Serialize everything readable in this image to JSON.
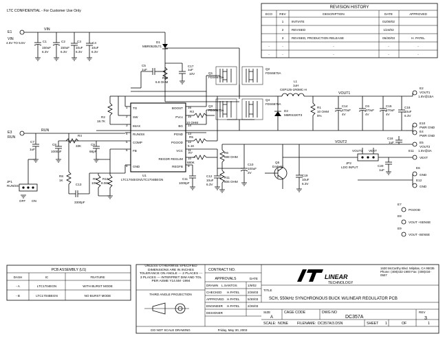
{
  "header": {
    "confidential": "LTC CONFIDENTIAL - For Customer Use Only"
  },
  "revision_history": {
    "title": "REVISION HISTORY",
    "columns": [
      "ECO",
      "REV",
      "DESCRIPTION",
      "DATE",
      "APPROVED"
    ],
    "rows": [
      [
        "",
        "1",
        "INITIATE",
        "01/09/02",
        ""
      ],
      [
        "",
        "2",
        "REVISED",
        "1/24/02",
        ""
      ],
      [
        "",
        "3",
        "REVISED, PRODUCTION RELEASE",
        "05/30/03",
        "H. PATEL"
      ],
      [
        "-",
        "-",
        "-",
        "-",
        "-"
      ],
      [
        "-",
        "-",
        "-",
        "-",
        "-"
      ]
    ]
  },
  "terminals": {
    "e1": {
      "ref": "E1",
      "name": "VIN",
      "range": "4.5V TO 5.5V"
    },
    "e3": {
      "ref": "E3",
      "name": "RUN"
    },
    "e2": {
      "ref": "E2",
      "name": "VOUT1",
      "spec": "1.8V@15A"
    },
    "e10": {
      "ref": "E10",
      "name": "PWR GND"
    },
    "e4": {
      "ref": "E4",
      "name": "PWR GND"
    },
    "e5": {
      "ref": "E5",
      "name": "VOUT2",
      "spec": "1.5V@3A"
    },
    "e11": {
      "ref": "E11",
      "name": "VEXT"
    },
    "e6": {
      "ref": "E6",
      "name": "GND"
    },
    "e12": {
      "ref": "E12",
      "name": "GND"
    },
    "e7": {
      "ref": "E7",
      "name": "PGOOD"
    },
    "e8": {
      "ref": "E8",
      "name": "VOUT +SENSE"
    },
    "e9": {
      "ref": "E9",
      "name": "VOUT -SENSE"
    }
  },
  "nets": {
    "vin": "VIN",
    "run": "RUN",
    "vout1": "VOUT1",
    "vout2": "VOUT2"
  },
  "input_caps": [
    {
      "ref": "C1",
      "value": "150uF",
      "v": "6.3V"
    },
    {
      "ref": "C2",
      "value": "150uF",
      "v": "6.3V"
    },
    {
      "ref": "C3",
      "value": "10uF",
      "v": "6.3V"
    },
    {
      "ref": "C4",
      "value": "10uF",
      "v": "6.3V"
    }
  ],
  "parts": {
    "d1": {
      "ref": "D1",
      "value": "MBR0520LT1"
    },
    "c5": {
      "ref": "C5",
      "value": "1uF"
    },
    "r12": {
      "ref": "R12",
      "value": "6.8 OHM"
    },
    "c17": {
      "ref": "C17",
      "value": "1uF",
      "v": "10V"
    },
    "q1": {
      "ref": "Q1",
      "value": "FDS6670A"
    },
    "q2": {
      "ref": "Q2",
      "value": "FDS6670A"
    },
    "q3": {
      "ref": "Q3",
      "value": "FDS6670A"
    },
    "q4": {
      "ref": "Q4",
      "value": "FDS6670A"
    },
    "l1": {
      "ref": "L1",
      "value": "1uH",
      "part": "CEP125-1R0MC-H"
    },
    "d2": {
      "ref": "D2",
      "value": "MBRS320T3"
    },
    "r1": {
      "ref": "R1",
      "value": "10 OHM",
      "tol": "5%"
    },
    "c14": {
      "ref": "C14",
      "value": "470uF",
      "v": "4V"
    },
    "c6": {
      "ref": "C6",
      "value": "470uF",
      "v": "4V"
    },
    "c15": {
      "ref": "C15",
      "value": "470uF",
      "v": "4V"
    },
    "c16": {
      "ref": "C16",
      "value": "10uF",
      "v": "6.3V"
    },
    "c18": {
      "ref": "C18",
      "value": "1uF"
    },
    "r2": {
      "ref": "R2",
      "value": "18.7K"
    },
    "r3": {
      "ref": "R3",
      "value": "10 OHM"
    },
    "r4": {
      "ref": "R4",
      "value": "33K"
    },
    "c7": {
      "ref": "C7",
      "value": "1uF"
    },
    "c8": {
      "ref": "C8",
      "value": "1000pF"
    },
    "c9": {
      "ref": "C9",
      "value": "68pF"
    },
    "r5": {
      "ref": "R5",
      "value": "5.1K"
    },
    "r7": {
      "ref": "R7",
      "value": "680K"
    },
    "r6": {
      "ref": "R6",
      "value": "698 OHM"
    },
    "r11": {
      "ref": "R11",
      "value": "806 OHM"
    },
    "c10": {
      "ref": "C10",
      "value": "100uF",
      "v": "2V"
    },
    "q5": {
      "ref": "Q5",
      "value": "D44H11"
    },
    "c19": {
      "ref": "C19",
      "value": "10uF",
      "v": "6.3V"
    },
    "c20": {
      "ref": "C20",
      "value": "1uF"
    },
    "jp2": {
      "ref": "JP2",
      "value": "LDO INPUT",
      "a": "VOUT1",
      "b": "VEXT"
    },
    "r8": {
      "ref": "R8",
      "value": "1K"
    },
    "c13": {
      "ref": "C13",
      "value": "3300pF"
    },
    "r9": {
      "ref": "R9",
      "value": "10K"
    },
    "r10": {
      "ref": "R10",
      "value": "8.06K"
    },
    "c11": {
      "ref": "C11",
      "value": "1000pF"
    },
    "c12": {
      "ref": "C12",
      "value": "10uF",
      "v": "6.3V"
    },
    "jp1": {
      "ref": "JP1",
      "value": "RUN/SS",
      "off": "OFF",
      "on": "ON"
    }
  },
  "ic": {
    "ref": "U1",
    "part": "LTC1704EGN/LTC1704BEGN",
    "left_pins": [
      {
        "num": "1",
        "name": "TG"
      },
      {
        "num": "2",
        "name": "SW"
      },
      {
        "num": "3",
        "name": "IMAX"
      },
      {
        "num": "4",
        "name": "RUN/SS"
      },
      {
        "num": "5",
        "name": "COMP"
      },
      {
        "num": "6",
        "name": "FB"
      },
      {
        "num": "8",
        "name": "GND"
      }
    ],
    "right_pins": [
      {
        "num": "16",
        "name": "BOOST"
      },
      {
        "num": "15",
        "name": "PVcc"
      },
      {
        "num": "14",
        "name": "BG"
      },
      {
        "num": "13",
        "name": "PGND"
      },
      {
        "num": "12",
        "name": "PGOOD"
      },
      {
        "num": "11",
        "name": "VCC"
      },
      {
        "num": "10",
        "name": "REGDR REGLIM"
      },
      {
        "num": "9",
        "name": "REGFB"
      }
    ]
  },
  "assembly": {
    "title": "PCB ASSEMBLY  (U1)",
    "columns": [
      "DASH",
      "IC",
      "FEATURE"
    ],
    "rows": [
      [
        "- A",
        "LTC1704EGN",
        "WITH BURST MODE"
      ],
      [
        "- B",
        "LTC1704BEGN",
        "NO BURST MODE"
      ]
    ]
  },
  "title_block": {
    "notes": "UNLESS OTHERWISE SPECIFIED DIMENSIONS ARE IN INCHES TOLERANCE ON ANGLE --- 2 PLACES --- 3 PLACES --- INTERPRET DIM AND TOL PER ASME Y14.5M -1994",
    "third_angle": "THIRD ANGLE PROJECTION",
    "contract": "CONTRACT NO.",
    "approvals": "APPROVALS",
    "date_header": "DATE",
    "approvals_rows": [
      [
        "DRAWN",
        "L.SANTOS",
        "1/9/02"
      ],
      [
        "CHECKED",
        "H.PATEL",
        "2/26/03"
      ],
      [
        "APPROVED",
        "H.PATEL",
        "5/30/03"
      ],
      [
        "ENGINEER",
        "H.PATEL",
        "2/26/03"
      ],
      [
        "DESIGNER",
        "",
        ""
      ]
    ],
    "logo": "LINEAR",
    "logo_sub": "TECHNOLOGY",
    "address": "1630 McCarthy Blvd. Milpitas, CA 95035 Phone: (408)432-1900 Fax: (408)434-0507",
    "title_label": "TITLE",
    "title": "SCH, 550kHz SYNCHRONOUS BUCK W/LINEAR REGULATOR PCB",
    "size_label": "SIZE",
    "size": "A",
    "cage_label": "CAGE CODE",
    "dwg_label": "DWG NO",
    "dwg": "DC357A",
    "rev_label": "REV",
    "rev": "3",
    "scale_label": "SCALE:",
    "scale": "NONE",
    "filename_label": "FILENAME:",
    "filename": "DC357A/3.DSN",
    "sheet_label": "SHEET",
    "sheet": "1",
    "of_label": "OF",
    "of": "1",
    "no_scale": "DO NOT SCALE DRAWING",
    "print_date": "Friday, May 30, 2003"
  }
}
